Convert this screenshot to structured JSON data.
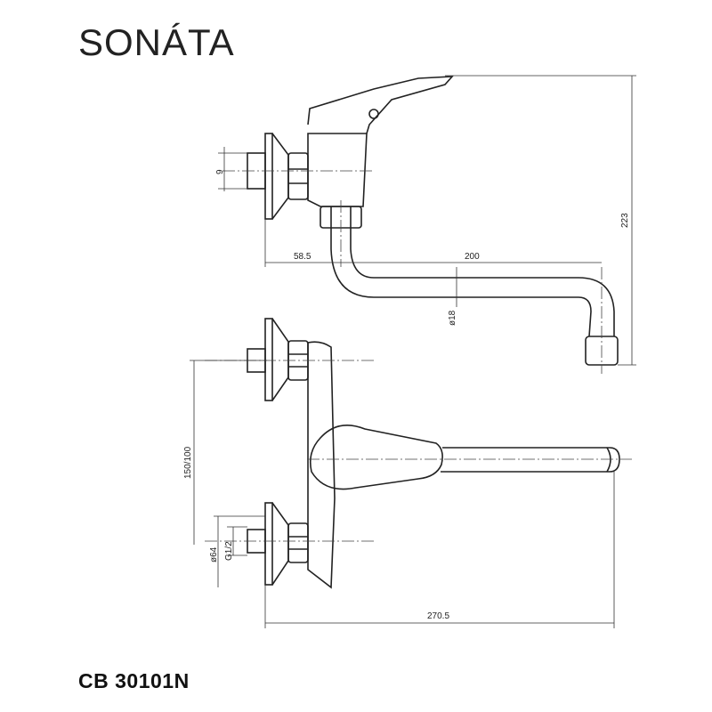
{
  "title": "SONÁTA",
  "product_code": "CB 30101N",
  "dimensions": {
    "connector_gap": "9",
    "wall_to_axis": "58.5",
    "spout_reach": "200",
    "total_height": "223",
    "spout_diameter": "ø18",
    "connection_spacing": "150/100",
    "flange_diameter": "ø64",
    "thread": "G1/2",
    "total_length": "270.5"
  }
}
